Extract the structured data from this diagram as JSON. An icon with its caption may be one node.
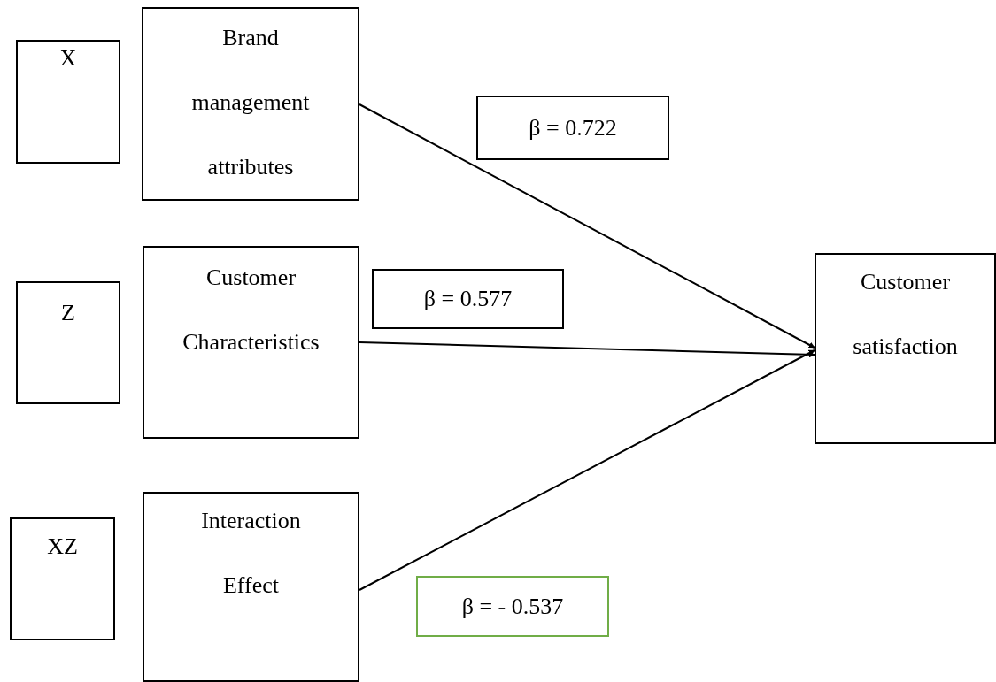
{
  "diagram": {
    "nodes": [
      {
        "text": [
          "X"
        ]
      },
      {
        "text": [
          "Brand management attributes"
        ]
      },
      {
        "text": [
          "β = 0.722"
        ]
      },
      {
        "text": [
          "Z"
        ]
      },
      {
        "text": [
          "Customer Characteristics"
        ]
      },
      {
        "text": [
          "β = 0.577"
        ]
      },
      {
        "text": [
          "Customer satisfaction"
        ]
      },
      {
        "text": [
          "XZ"
        ]
      },
      {
        "text": [
          "Interaction Effect"
        ]
      },
      {
        "text": [
          "β = - 0.537"
        ]
      }
    ],
    "edges": [
      {
        "from": 1,
        "to": 6,
        "arrow": "to"
      },
      {
        "from": 4,
        "to": 6,
        "arrow": "to"
      },
      {
        "from": 8,
        "to": 6,
        "arrow": "to"
      }
    ]
  }
}
